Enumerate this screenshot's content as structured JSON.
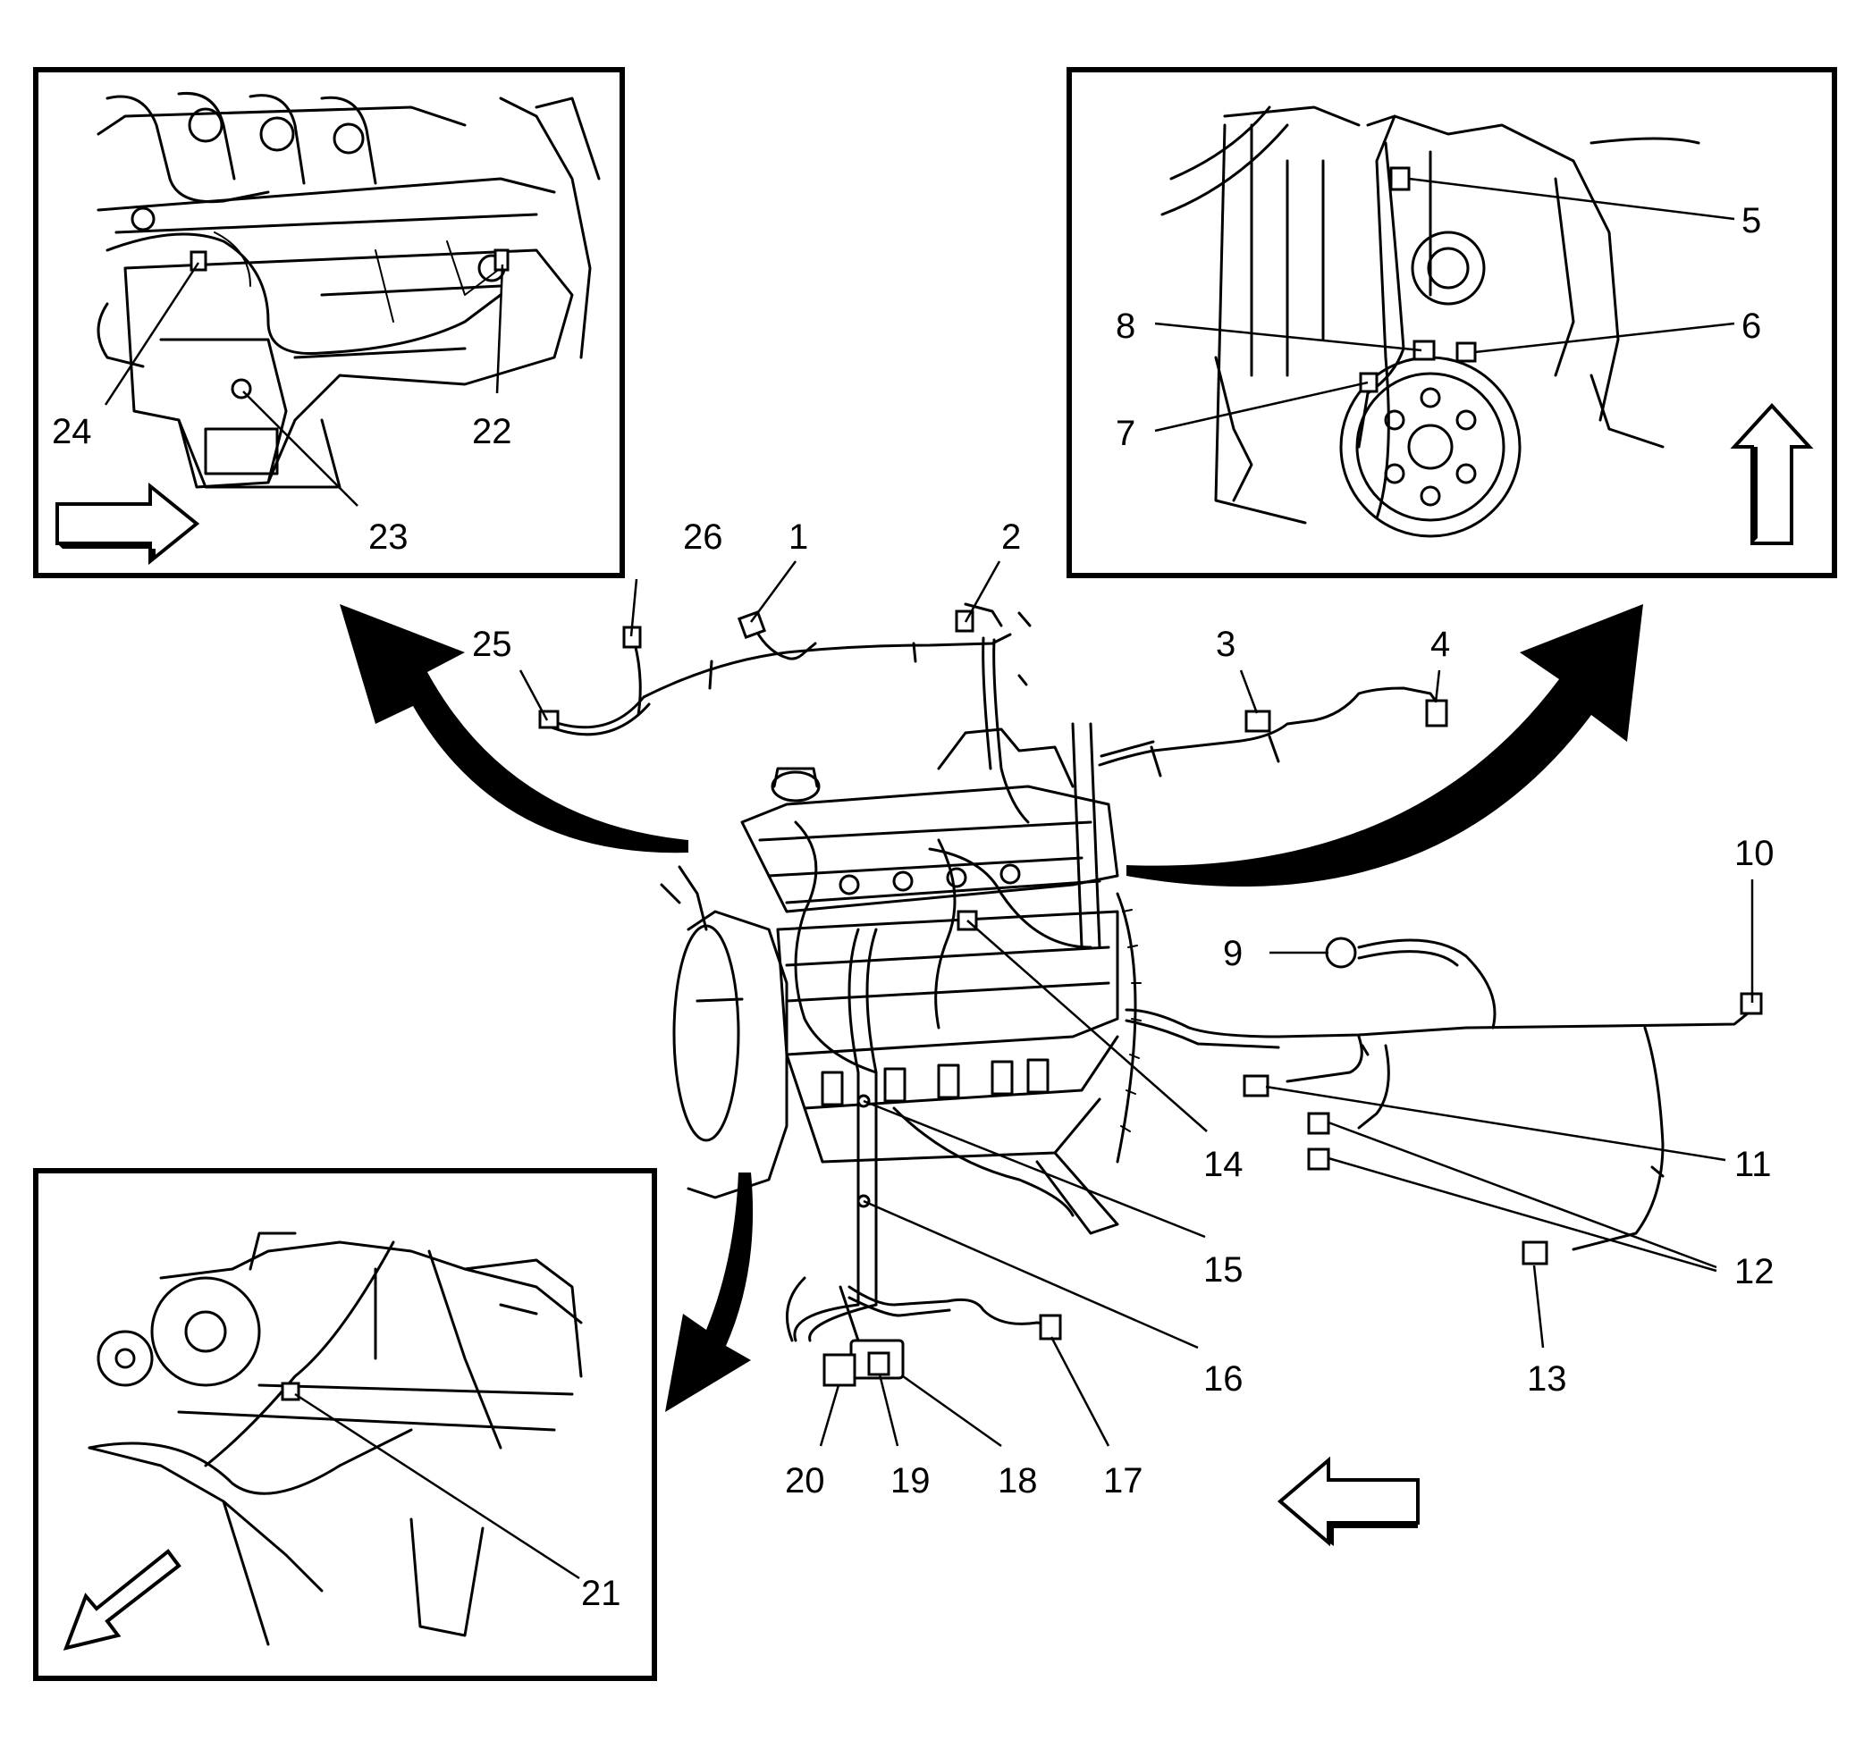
{
  "callouts": {
    "c1": "1",
    "c2": "2",
    "c3": "3",
    "c4": "4",
    "c5": "5",
    "c6": "6",
    "c7": "7",
    "c8": "8",
    "c9": "9",
    "c10": "10",
    "c11": "11",
    "c12": "12",
    "c13": "13",
    "c14": "14",
    "c15": "15",
    "c16": "16",
    "c17": "17",
    "c18": "18",
    "c19": "19",
    "c20": "20",
    "c21": "21",
    "c22": "22",
    "c23": "23",
    "c24": "24",
    "c25": "25",
    "c26": "26"
  },
  "icons": {
    "view_direction_arrow": "hollow-arrow-icon",
    "zoom_arrow": "curved-arrow-icon"
  },
  "colors": {
    "line": "#000000",
    "background": "#ffffff"
  }
}
